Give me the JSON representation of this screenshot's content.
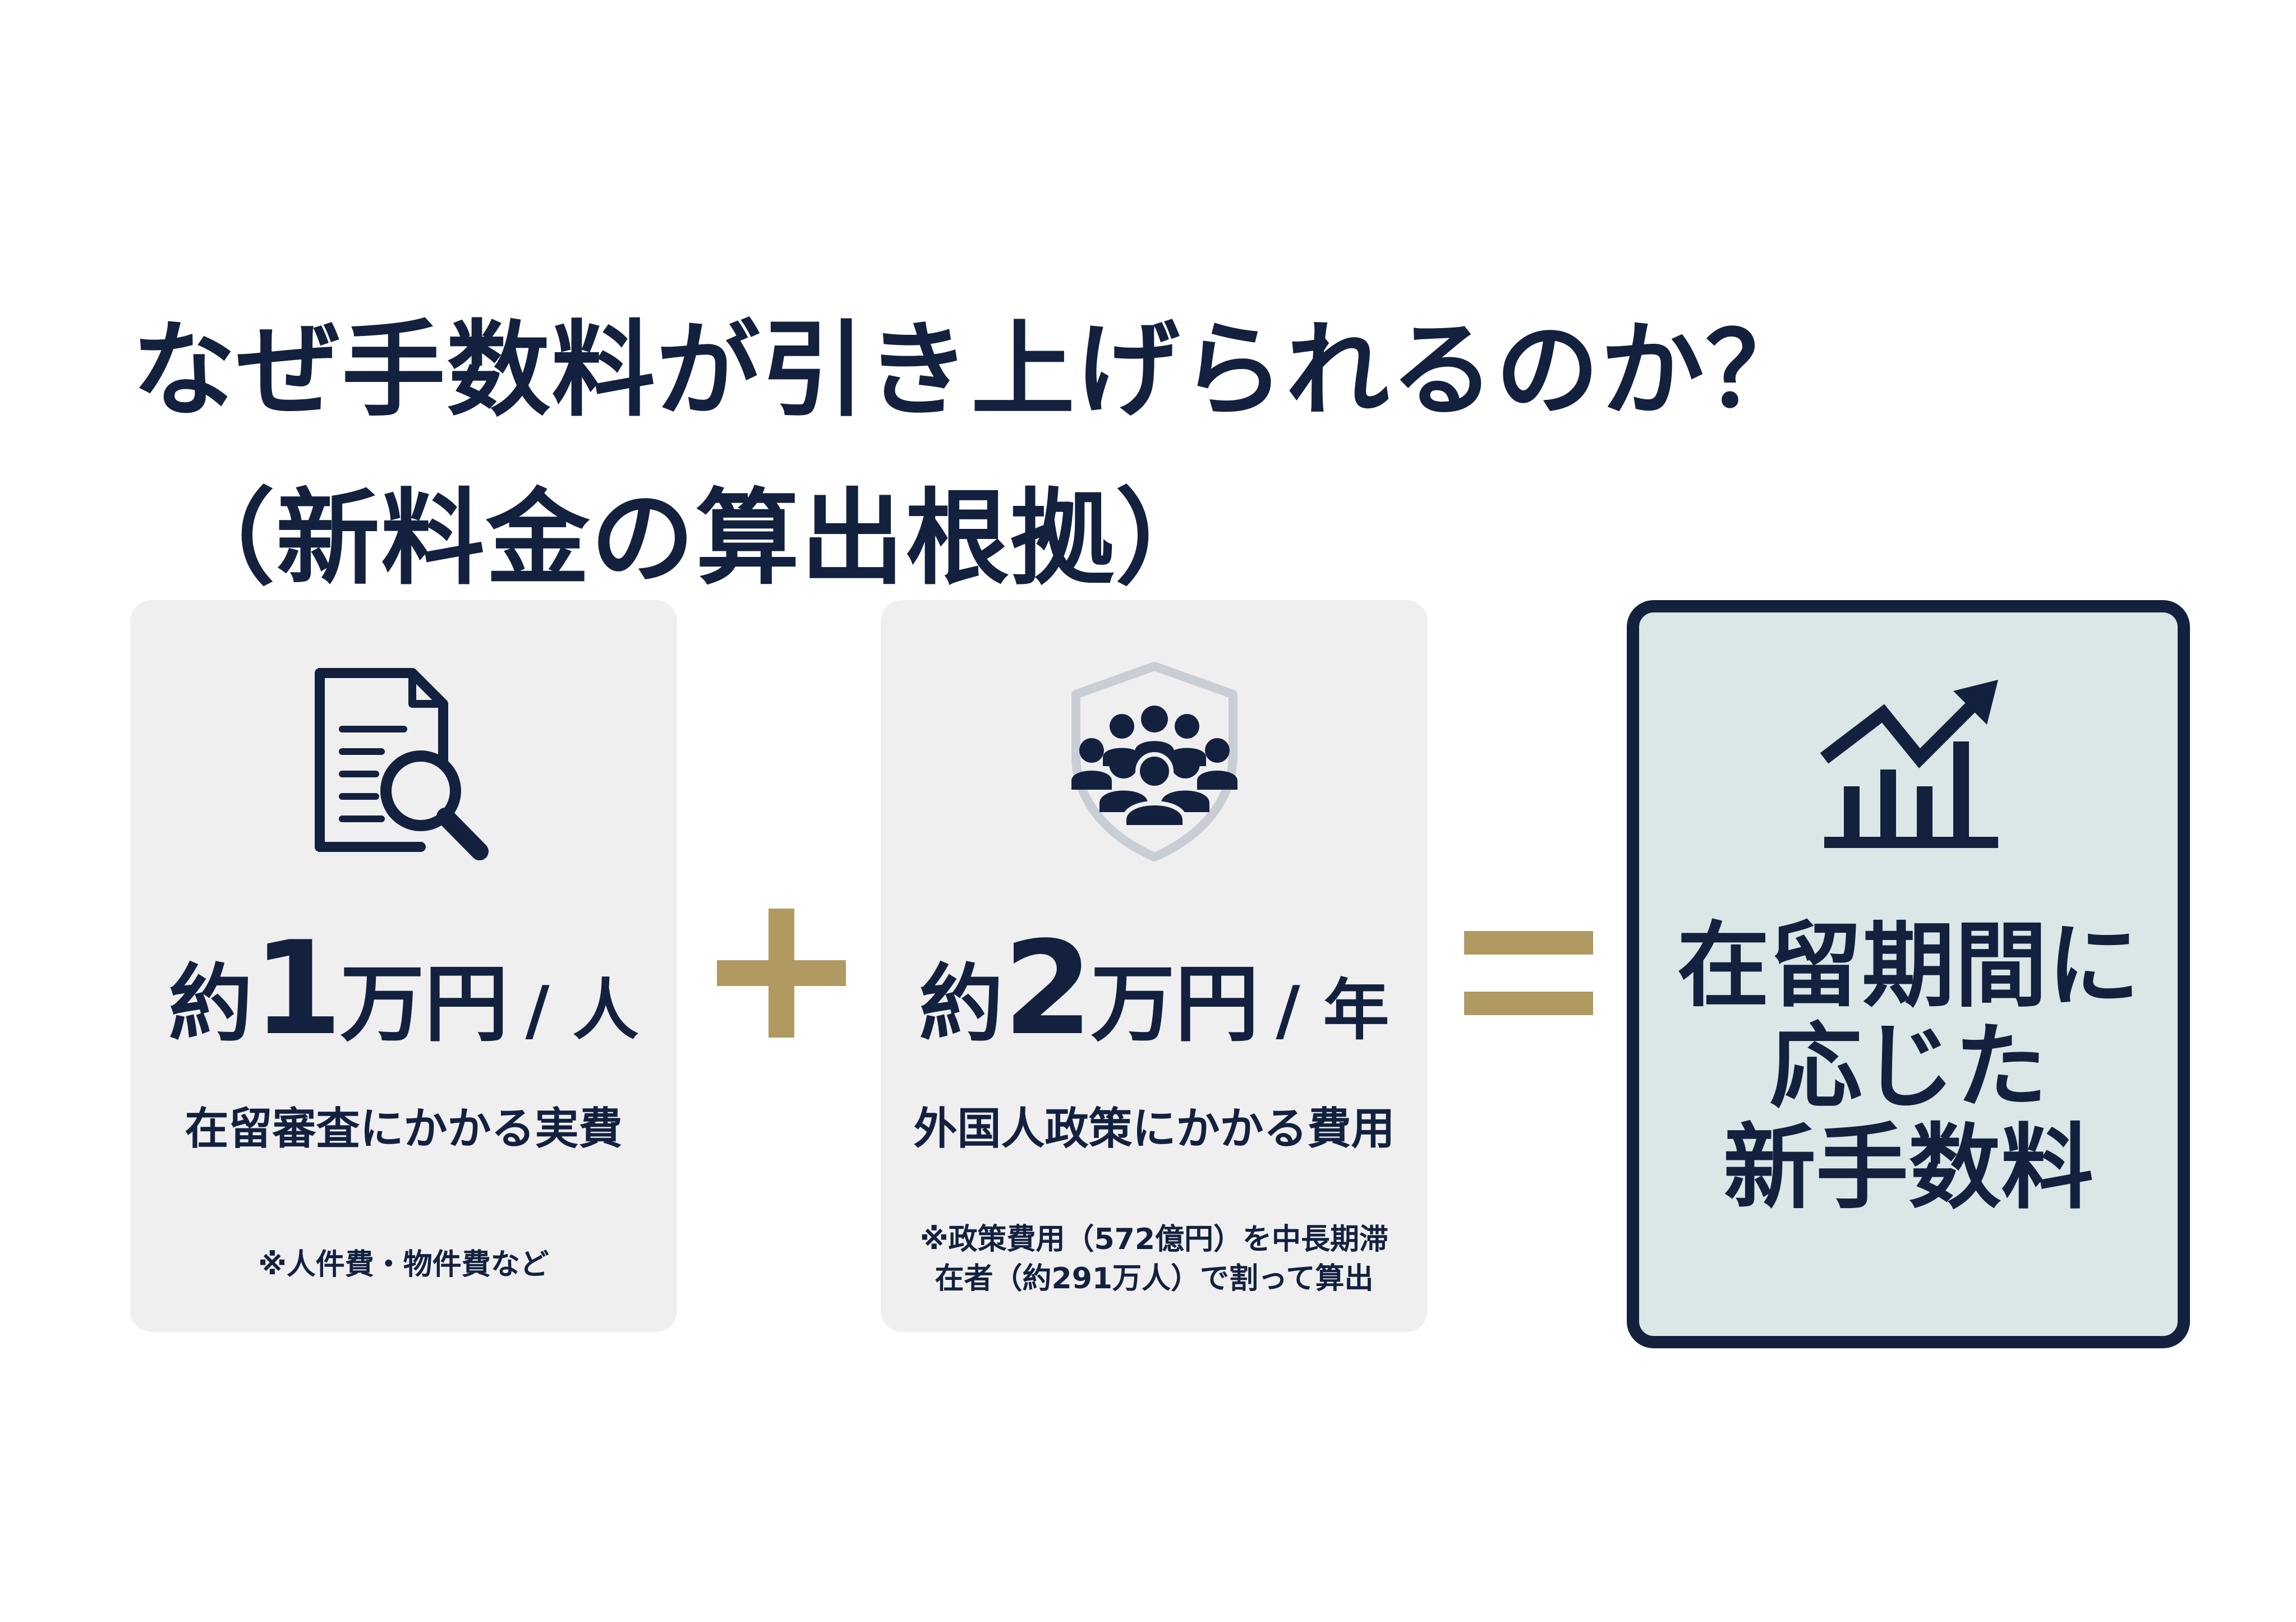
{
  "colors": {
    "navy": "#13213f",
    "gold": "#b09a62",
    "card_gray": "#efeff0",
    "result_bg": "#dbe7e7",
    "shield_gray": "#c9cdd4"
  },
  "title": {
    "line1": "なぜ手数料が引き上げられるのか？",
    "line2": "（新料金の算出根拠）"
  },
  "card_left": {
    "icon": "document-search-icon",
    "amount_prefix": "約",
    "amount_number": "1",
    "amount_unit": "万円",
    "amount_per": "/ 人",
    "description": "在留審査にかかる実費",
    "note": "※人件費・物件費など"
  },
  "operator_plus": {
    "icon": "plus-icon"
  },
  "card_mid": {
    "icon": "people-shield-icon",
    "amount_prefix": "約",
    "amount_number": "2",
    "amount_unit": "万円",
    "amount_per": "/ 年",
    "description": "外国人政策にかかる費用",
    "note": "※政策費用（572億円）を中長期滞\n在者（約291万人）で割って算出"
  },
  "operator_equals": {
    "icon": "equals-icon"
  },
  "result": {
    "icon": "growth-chart-icon",
    "lines": [
      "在留期間に",
      "応じた",
      "新手数料"
    ]
  }
}
